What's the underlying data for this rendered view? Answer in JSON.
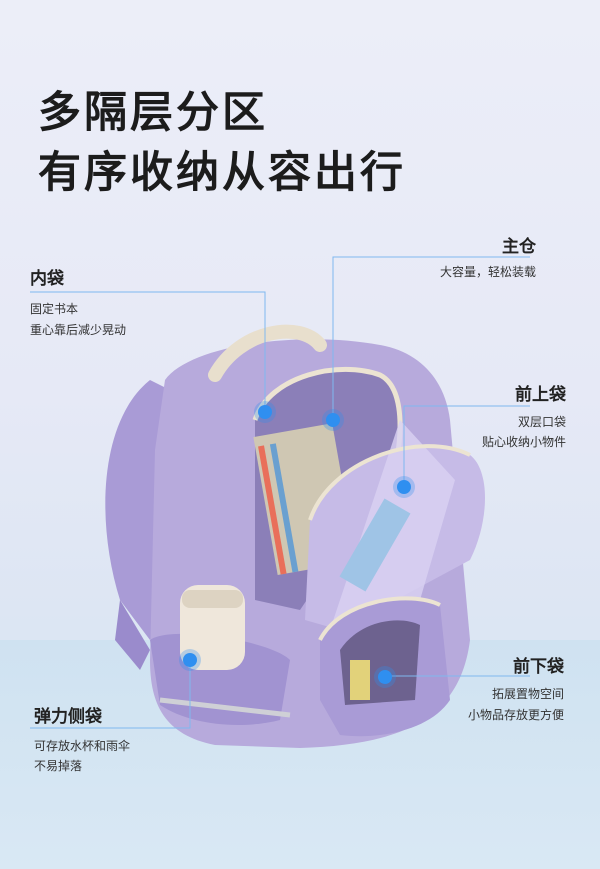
{
  "headline": {
    "line1": "多隔层分区",
    "line2": "有序收纳从容出行"
  },
  "features": {
    "inner": {
      "title": "内袋",
      "desc1": "固定书本",
      "desc2": "重心靠后减少晃动"
    },
    "main": {
      "title": "主仓",
      "desc1": "大容量，轻松装载"
    },
    "front_upper": {
      "title": "前上袋",
      "desc1": "双层口袋",
      "desc2": "贴心收纳小物件"
    },
    "front_lower": {
      "title": "前下袋",
      "desc1": "拓展置物空间",
      "desc2": "小物品存放更方便"
    },
    "side": {
      "title": "弹力侧袋",
      "desc1": "可存放水杯和雨伞",
      "desc2": "不易掉落"
    }
  },
  "colors": {
    "accent": "#2f8ff0",
    "bag": "#b9acdf",
    "bag_dark": "#9a8bcc",
    "trim": "#e8dfcd"
  }
}
